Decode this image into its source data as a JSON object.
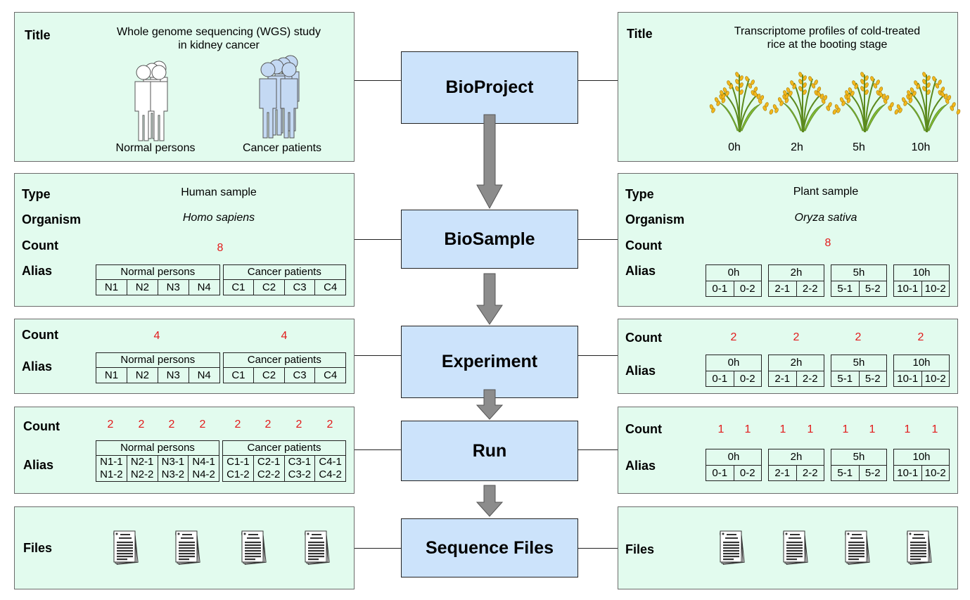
{
  "center": {
    "bioproject": "BioProject",
    "biosample": "BioSample",
    "experiment": "Experiment",
    "run": "Run",
    "sequence_files": "Sequence Files"
  },
  "left": {
    "bioproject": {
      "title_label": "Title",
      "title_line1": "Whole genome sequencing (WGS) study",
      "title_line2": "in kidney cancer",
      "group_a": "Normal persons",
      "group_b": "Cancer patients"
    },
    "biosample": {
      "type_label": "Type",
      "type_value": "Human sample",
      "organism_label": "Organism",
      "organism_value": "Homo sapiens",
      "count_label": "Count",
      "count_value": "8",
      "alias_label": "Alias",
      "group_headers": [
        "Normal persons",
        "Cancer patients"
      ],
      "cells": [
        "N1",
        "N2",
        "N3",
        "N4",
        "C1",
        "C2",
        "C3",
        "C4"
      ]
    },
    "experiment": {
      "count_label": "Count",
      "counts": [
        "4",
        "4"
      ],
      "alias_label": "Alias",
      "group_headers": [
        "Normal persons",
        "Cancer patients"
      ],
      "cells": [
        "N1",
        "N2",
        "N3",
        "N4",
        "C1",
        "C2",
        "C3",
        "C4"
      ]
    },
    "run": {
      "count_label": "Count",
      "counts": [
        "2",
        "2",
        "2",
        "2",
        "2",
        "2",
        "2",
        "2"
      ],
      "alias_label": "Alias",
      "group_headers": [
        "Normal persons",
        "Cancer patients"
      ],
      "cells_row1": [
        "N1-1",
        "N2-1",
        "N3-1",
        "N4-1",
        "C1-1",
        "C2-1",
        "C3-1",
        "C4-1"
      ],
      "cells_row2": [
        "N1-2",
        "N2-2",
        "N3-2",
        "N4-2",
        "C1-2",
        "C2-2",
        "C3-2",
        "C4-2"
      ]
    },
    "files": {
      "files_label": "Files"
    }
  },
  "right": {
    "bioproject": {
      "title_label": "Title",
      "title_line1": "Transcriptome profiles of cold-treated",
      "title_line2": "rice at the booting stage",
      "timepoints": [
        "0h",
        "2h",
        "5h",
        "10h"
      ]
    },
    "biosample": {
      "type_label": "Type",
      "type_value": "Plant sample",
      "organism_label": "Organism",
      "organism_value": "Oryza sativa",
      "count_label": "Count",
      "count_value": "8",
      "alias_label": "Alias",
      "groups": [
        {
          "header": "0h",
          "cells": [
            "0-1",
            "0-2"
          ]
        },
        {
          "header": "2h",
          "cells": [
            "2-1",
            "2-2"
          ]
        },
        {
          "header": "5h",
          "cells": [
            "5-1",
            "5-2"
          ]
        },
        {
          "header": "10h",
          "cells": [
            "10-1",
            "10-2"
          ]
        }
      ]
    },
    "experiment": {
      "count_label": "Count",
      "counts": [
        "2",
        "2",
        "2",
        "2"
      ],
      "alias_label": "Alias",
      "groups": [
        {
          "header": "0h",
          "cells": [
            "0-1",
            "0-2"
          ]
        },
        {
          "header": "2h",
          "cells": [
            "2-1",
            "2-2"
          ]
        },
        {
          "header": "5h",
          "cells": [
            "5-1",
            "5-2"
          ]
        },
        {
          "header": "10h",
          "cells": [
            "10-1",
            "10-2"
          ]
        }
      ]
    },
    "run": {
      "count_label": "Count",
      "counts": [
        "1",
        "1",
        "1",
        "1",
        "1",
        "1",
        "1",
        "1"
      ],
      "alias_label": "Alias",
      "groups": [
        {
          "header": "0h",
          "cells": [
            "0-1",
            "0-2"
          ]
        },
        {
          "header": "2h",
          "cells": [
            "2-1",
            "2-2"
          ]
        },
        {
          "header": "5h",
          "cells": [
            "5-1",
            "5-2"
          ]
        },
        {
          "header": "10h",
          "cells": [
            "10-1",
            "10-2"
          ]
        }
      ]
    },
    "files": {
      "files_label": "Files"
    }
  },
  "icons": {
    "person_outline": "person-outline-icon",
    "person_patient": "person-patient-icon",
    "rice": "rice-plant-icon",
    "document": "document-icon"
  },
  "colors": {
    "panel_bg": "#e2fbee",
    "center_bg": "#cce3fb",
    "count_red": "#e21a1a",
    "patient_blue": "#c4d9f3",
    "arrow_gray": "#8c8c8c"
  }
}
